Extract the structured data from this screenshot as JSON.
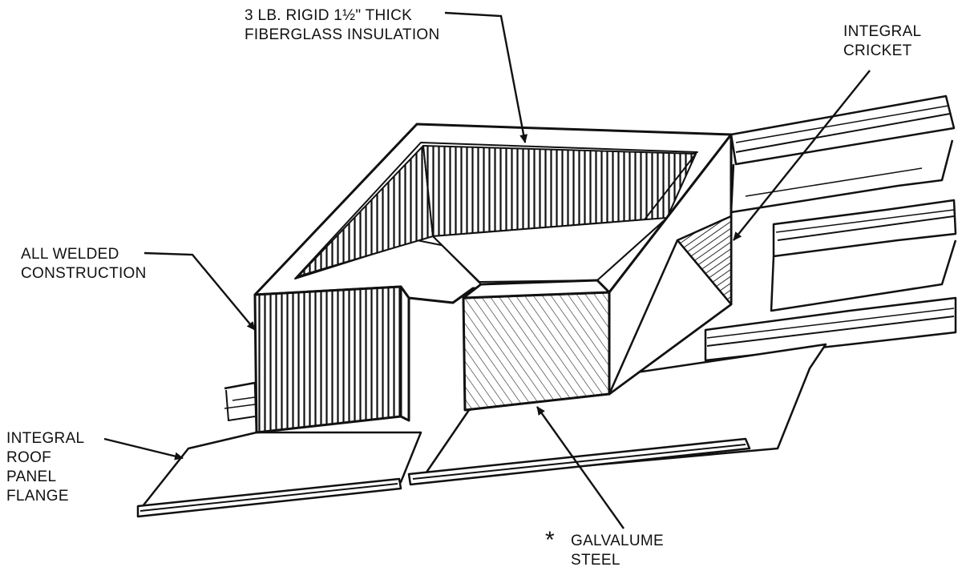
{
  "callouts": {
    "insulation": {
      "line1": "3 LB. RIGID 1½\" THICK",
      "line2": "FIBERGLASS INSULATION"
    },
    "cricket": {
      "line1": "INTEGRAL",
      "line2": "CRICKET"
    },
    "welded": {
      "line1": "ALL WELDED",
      "line2": "CONSTRUCTION"
    },
    "flange": {
      "line1": "INTEGRAL",
      "line2": "ROOF",
      "line3": "PANEL",
      "line4": "FLANGE"
    },
    "steel": {
      "mark": "*",
      "line1": "GALVALUME",
      "line2": "STEEL"
    }
  },
  "colors": {
    "ink": "#111111",
    "paper": "#ffffff"
  }
}
